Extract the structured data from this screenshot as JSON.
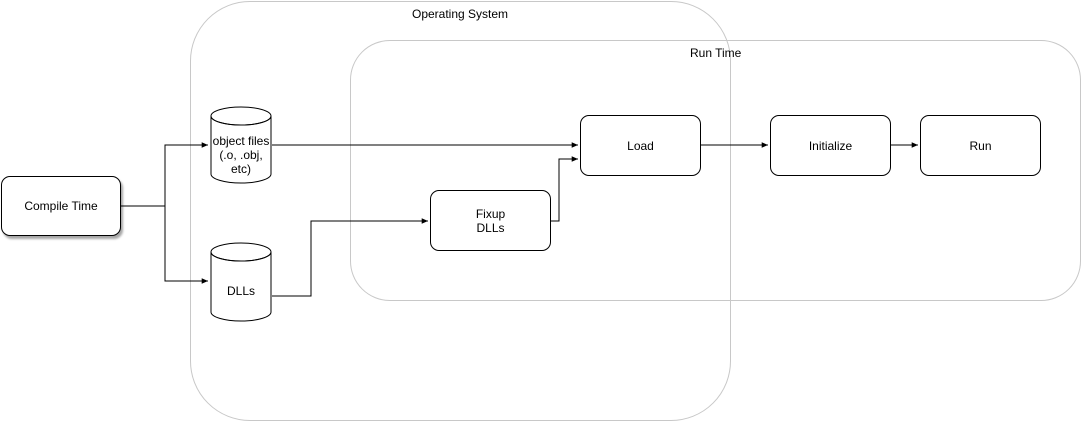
{
  "regions": {
    "operating_system": {
      "label": "Operating System"
    },
    "run_time": {
      "label": "Run Time"
    }
  },
  "nodes": {
    "compile_time": {
      "label": "Compile Time"
    },
    "object_files": {
      "label": "object files\n(.o, .obj,\netc)"
    },
    "dlls_store": {
      "label": "DLLs"
    },
    "fixup_dlls": {
      "label": "Fixup\nDLLs"
    },
    "load": {
      "label": "Load"
    },
    "initialize": {
      "label": "Initialize"
    },
    "run": {
      "label": "Run"
    }
  },
  "colors": {
    "stroke": "#000000",
    "region_border": "#c8c8c8",
    "node_fill": "#ffffff"
  }
}
